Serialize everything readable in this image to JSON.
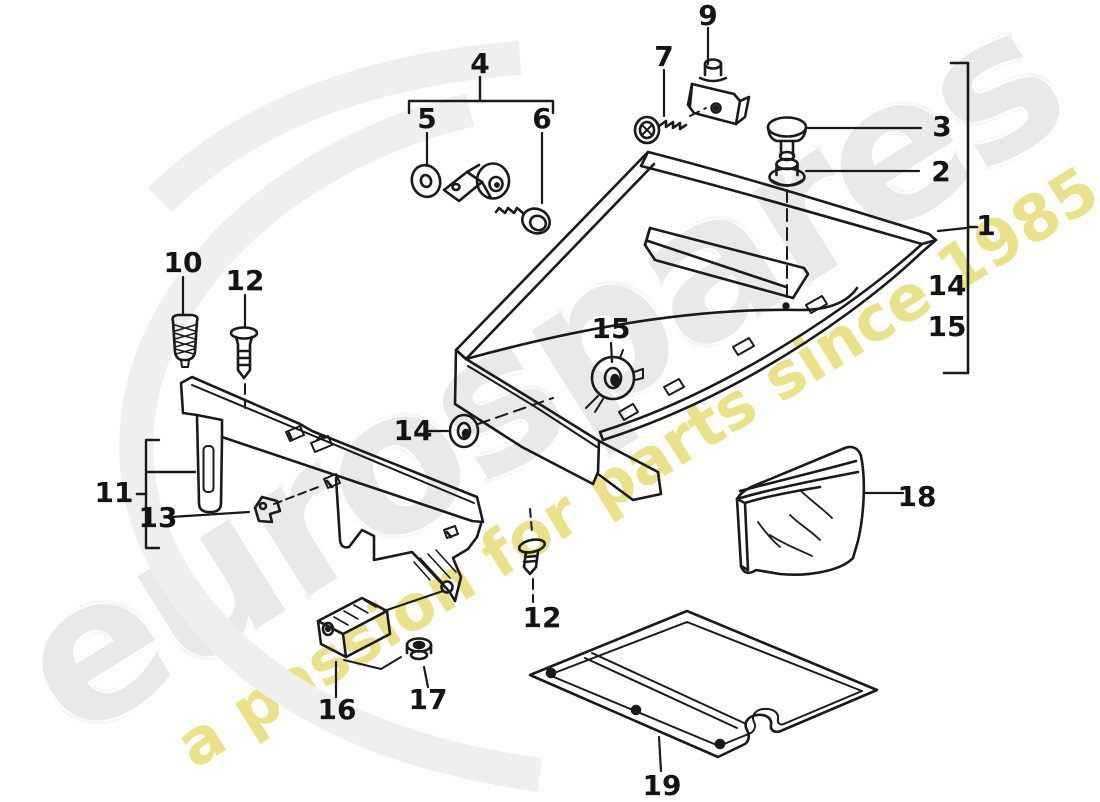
{
  "watermark": {
    "brand": "eurospares",
    "tagline": "a passion for parts since 1985",
    "brand_color": "#e9e9e9",
    "tagline_color": "#e7da6a"
  },
  "drawing": {
    "ink_color": "#1a1a1a",
    "background_color": "#ffffff"
  },
  "callouts": [
    {
      "label": "9"
    },
    {
      "label": "7"
    },
    {
      "label": "4"
    },
    {
      "label": "5"
    },
    {
      "label": "6"
    },
    {
      "label": "3"
    },
    {
      "label": "2"
    },
    {
      "label": "1"
    },
    {
      "label": "14"
    },
    {
      "label": "15"
    },
    {
      "label": "10"
    },
    {
      "label": "12"
    },
    {
      "label": "15"
    },
    {
      "label": "14"
    },
    {
      "label": "11"
    },
    {
      "label": "13"
    },
    {
      "label": "12"
    },
    {
      "label": "16"
    },
    {
      "label": "17"
    },
    {
      "label": "18"
    },
    {
      "label": "19"
    }
  ]
}
